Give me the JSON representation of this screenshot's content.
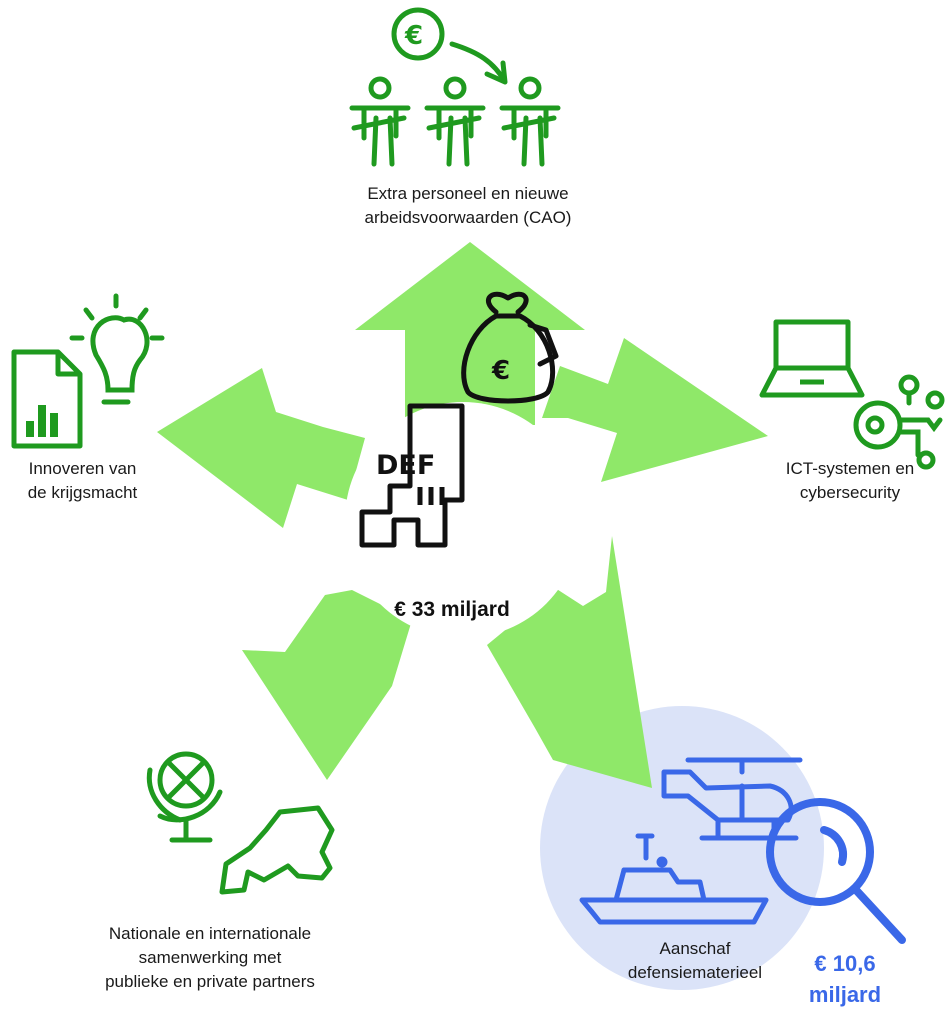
{
  "center": {
    "badge_text": "DEF",
    "currency_symbol": "€",
    "amount": "€ 33 miljard"
  },
  "branches": [
    {
      "id": "personnel",
      "lines": [
        "Extra personeel en nieuwe",
        "arbeidsvoorwaarden (CAO)"
      ]
    },
    {
      "id": "ict",
      "lines": [
        "ICT-systemen en",
        "cybersecurity"
      ]
    },
    {
      "id": "materiel",
      "lines": [
        "Aanschaf",
        "defensiematerieel"
      ],
      "amount_lines": [
        "€ 10,6",
        "miljard"
      ]
    },
    {
      "id": "cooperation",
      "lines": [
        "Nationale en internationale",
        "samenwerking met",
        "publieke en private partners"
      ]
    },
    {
      "id": "innovation",
      "lines": [
        "Innoveren van",
        "de krijgsmacht"
      ]
    }
  ],
  "icons": {
    "personnel": [
      "euro-coin-icon",
      "people-icon"
    ],
    "ict": [
      "laptop-icon",
      "key-icon"
    ],
    "materiel": [
      "helicopter-icon",
      "ship-icon",
      "magnifier-icon"
    ],
    "cooperation": [
      "globe-icon",
      "netherlands-map-icon"
    ],
    "innovation": [
      "report-chart-icon",
      "lightbulb-icon"
    ],
    "center": [
      "building-icon",
      "money-bag-icon"
    ]
  },
  "colors": {
    "arrow": "#8fe869",
    "icon_green": "#1f9a1f",
    "highlight_circle": "#dbe3f8",
    "highlight_blue": "#3a68e8",
    "text": "#1a1a1a"
  }
}
